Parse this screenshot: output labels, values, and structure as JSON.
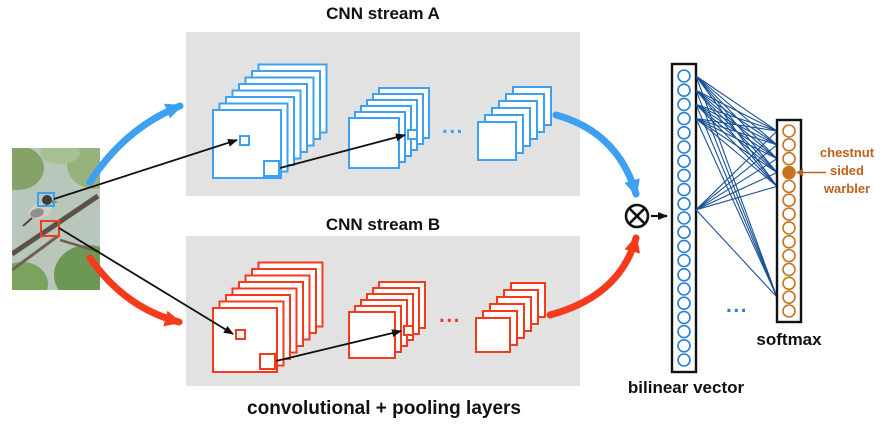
{
  "colors": {
    "stream_a": "#3da0f0",
    "stream_b": "#f63b1c",
    "panel": "#e2e2e2",
    "connection": "#1a5096",
    "node_blue": "#2a7fd4",
    "node_orange": "#c8741e",
    "prediction": "#c06018",
    "black": "#111111"
  },
  "stream_a": {
    "title": "CNN stream A",
    "ellipsis": "..."
  },
  "stream_b": {
    "title": "CNN stream B",
    "ellipsis": "..."
  },
  "labels": {
    "conv_pool": "convolutional + pooling layers",
    "bilinear_vector": "bilinear vector",
    "softmax": "softmax",
    "output_ellipsis": "..."
  },
  "prediction": {
    "line1": "chestnut",
    "line2": "sided",
    "line3": "warbler"
  },
  "layers": {
    "bilinear_nodes": 21,
    "softmax_nodes": 14,
    "predicted_node_index": 3,
    "stacks_a": [
      8,
      6,
      6
    ],
    "stacks_b": [
      8,
      6,
      6
    ]
  }
}
